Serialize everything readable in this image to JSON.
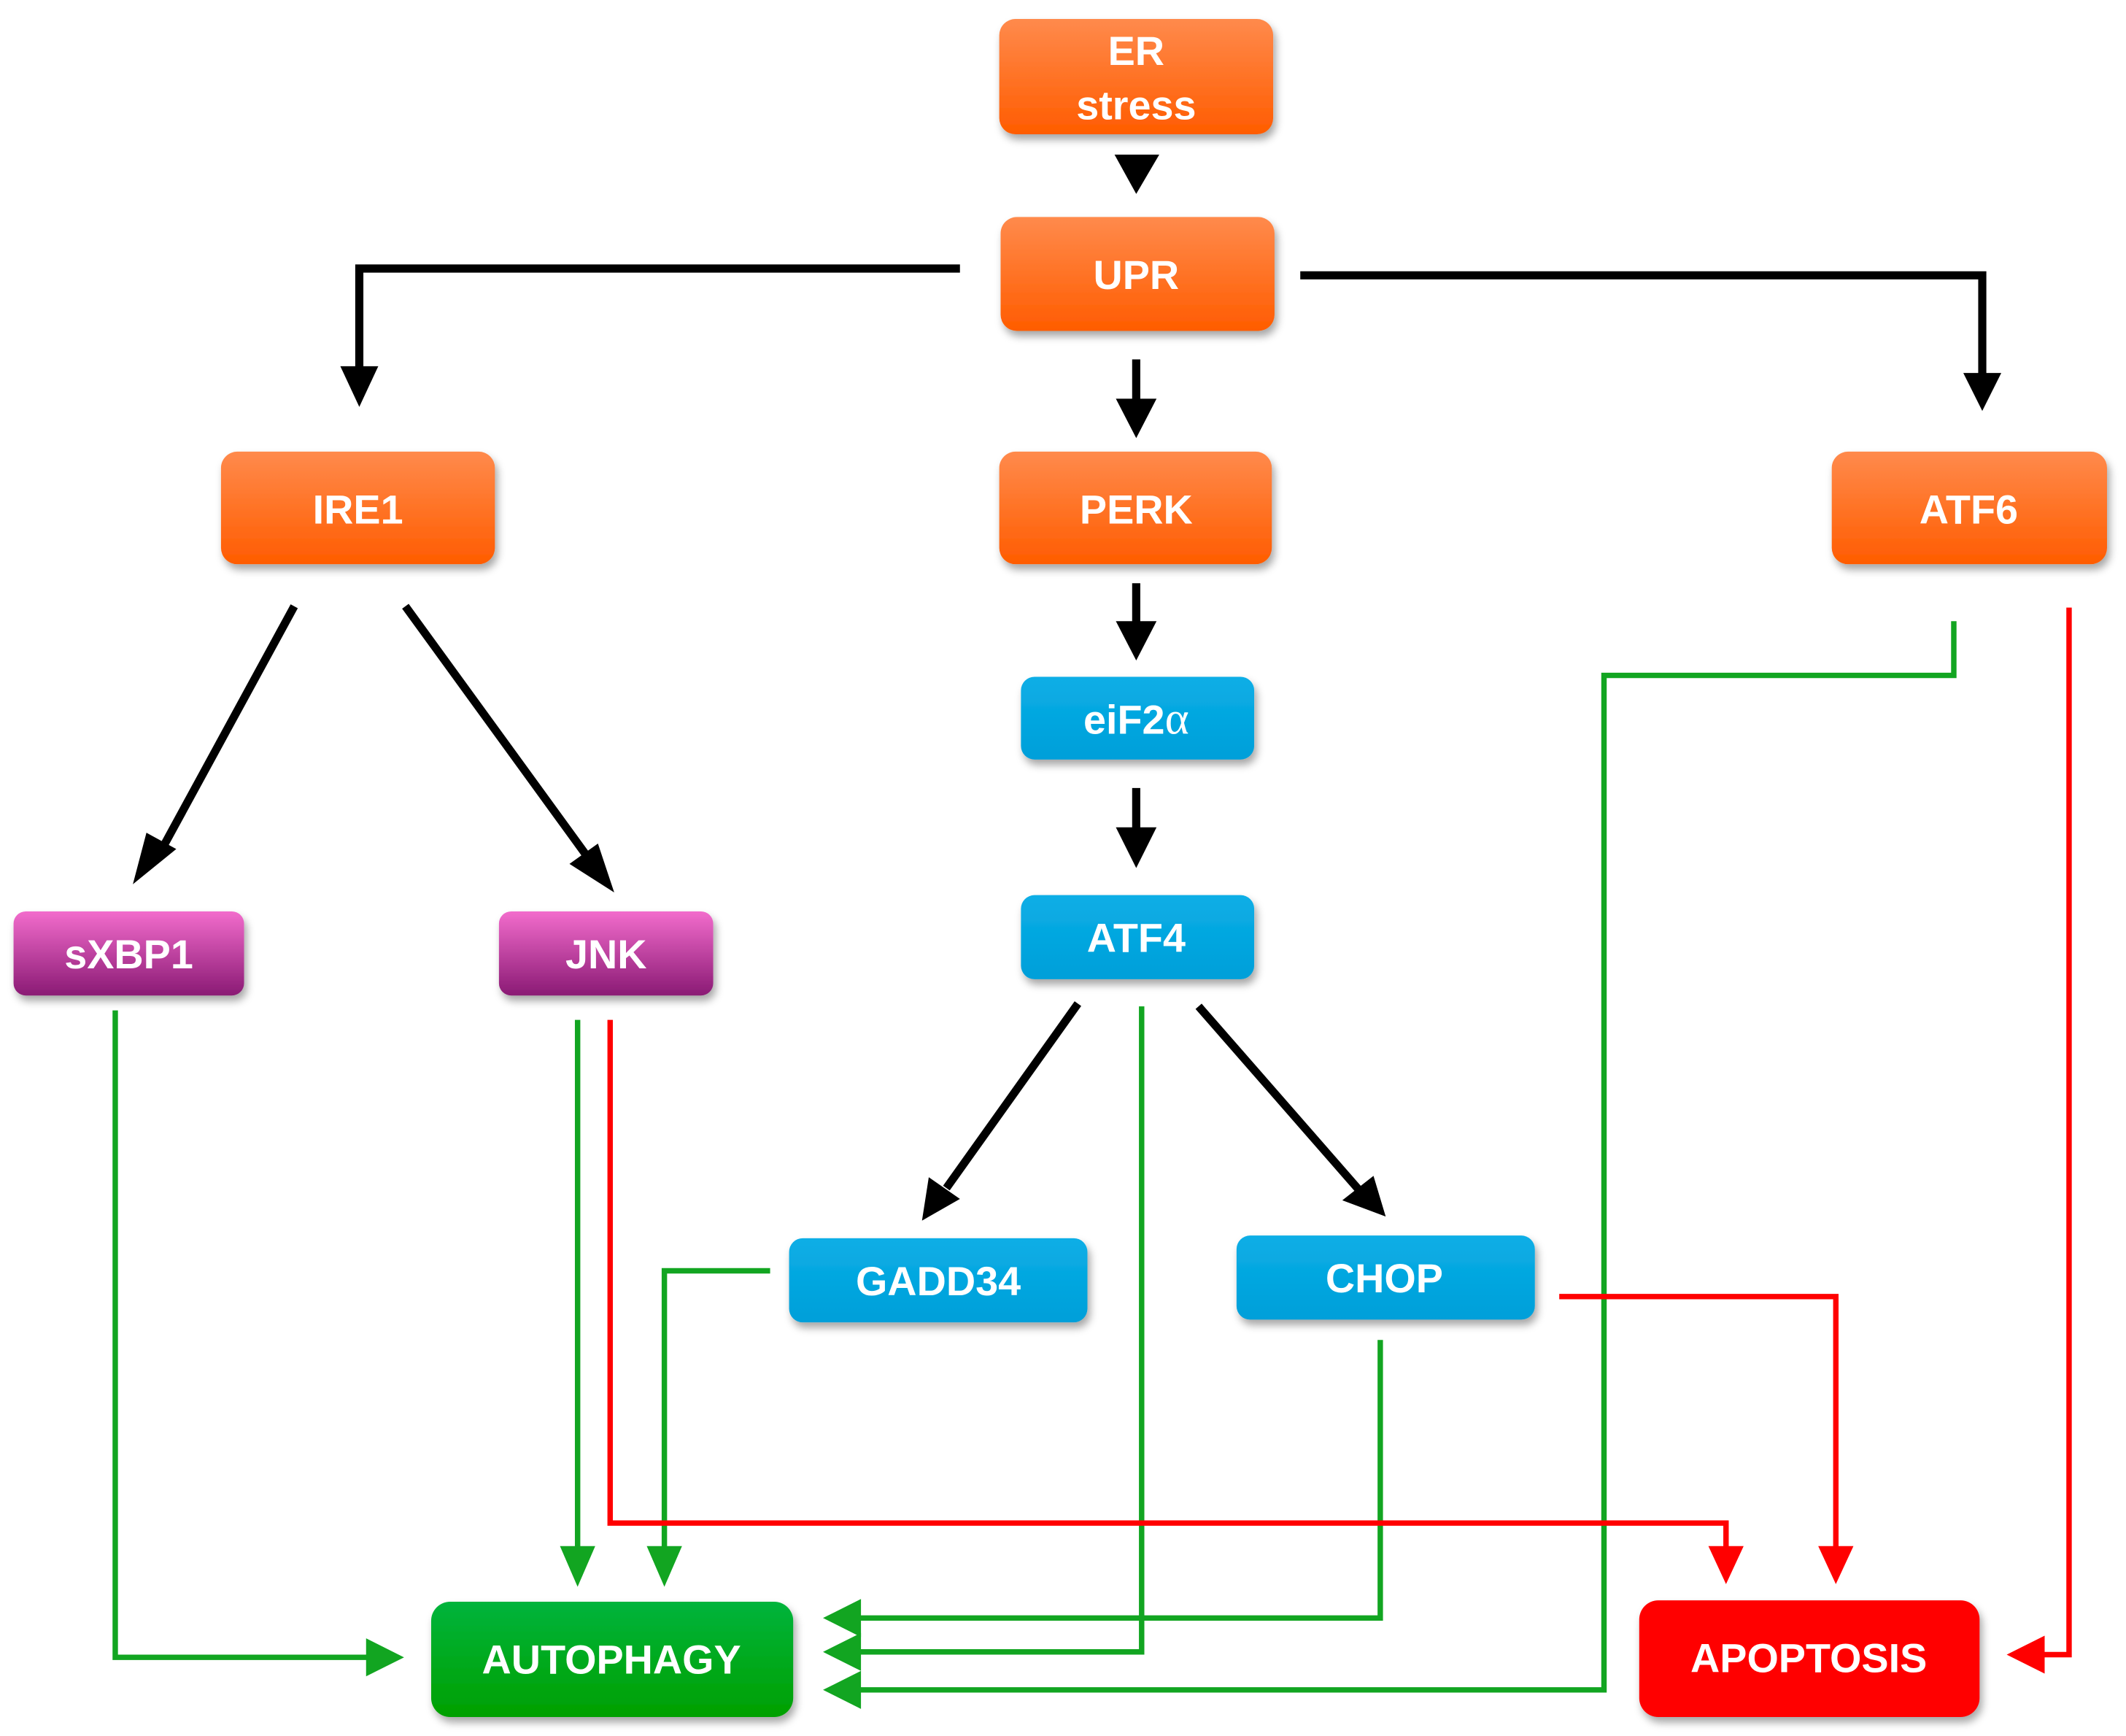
{
  "title": "ER stress / UPR signaling to autophagy and apoptosis",
  "colors": {
    "upstream": "#ff6a1a",
    "perk_branch": "#00a6e0",
    "ire1_branch": "#b0309a",
    "autophagy": "#00a61c",
    "apoptosis": "#ff0000",
    "activation_arrow": "#000000",
    "autophagy_arrow": "#12a521",
    "apoptosis_arrow": "#ff0000"
  },
  "nodes": {
    "er_stress": {
      "line1": "ER",
      "line2": "stress"
    },
    "upr": {
      "label": "UPR"
    },
    "ire1": {
      "label": "IRE1"
    },
    "perk": {
      "label": "PERK"
    },
    "atf6": {
      "label": "ATF6"
    },
    "eif2a": {
      "label": "eiF2",
      "suffix": "α"
    },
    "atf4": {
      "label": "ATF4"
    },
    "sxbp1": {
      "label": "sXBP1"
    },
    "jnk": {
      "label": "JNK"
    },
    "gadd34": {
      "label": "GADD34"
    },
    "chop": {
      "label": "CHOP"
    },
    "autophagy": {
      "label": "AUTOPHAGY"
    },
    "apoptosis": {
      "label": "APOPTOSIS"
    }
  },
  "edges": [
    {
      "from": "ER stress",
      "to": "UPR",
      "type": "activation"
    },
    {
      "from": "UPR",
      "to": "IRE1",
      "type": "activation"
    },
    {
      "from": "UPR",
      "to": "PERK",
      "type": "activation"
    },
    {
      "from": "UPR",
      "to": "ATF6",
      "type": "activation"
    },
    {
      "from": "IRE1",
      "to": "sXBP1",
      "type": "activation"
    },
    {
      "from": "IRE1",
      "to": "JNK",
      "type": "activation"
    },
    {
      "from": "PERK",
      "to": "eiF2α",
      "type": "activation"
    },
    {
      "from": "eiF2α",
      "to": "ATF4",
      "type": "activation"
    },
    {
      "from": "ATF4",
      "to": "GADD34",
      "type": "activation"
    },
    {
      "from": "ATF4",
      "to": "CHOP",
      "type": "activation"
    },
    {
      "from": "sXBP1",
      "to": "AUTOPHAGY",
      "type": "autophagy"
    },
    {
      "from": "JNK",
      "to": "AUTOPHAGY",
      "type": "autophagy"
    },
    {
      "from": "JNK",
      "to": "APOPTOSIS",
      "type": "apoptosis"
    },
    {
      "from": "GADD34",
      "to": "AUTOPHAGY",
      "type": "autophagy"
    },
    {
      "from": "ATF4",
      "to": "AUTOPHAGY",
      "type": "autophagy"
    },
    {
      "from": "CHOP",
      "to": "AUTOPHAGY",
      "type": "autophagy"
    },
    {
      "from": "CHOP",
      "to": "APOPTOSIS",
      "type": "apoptosis"
    },
    {
      "from": "ATF6",
      "to": "AUTOPHAGY",
      "type": "autophagy"
    },
    {
      "from": "ATF6",
      "to": "APOPTOSIS",
      "type": "apoptosis"
    }
  ]
}
